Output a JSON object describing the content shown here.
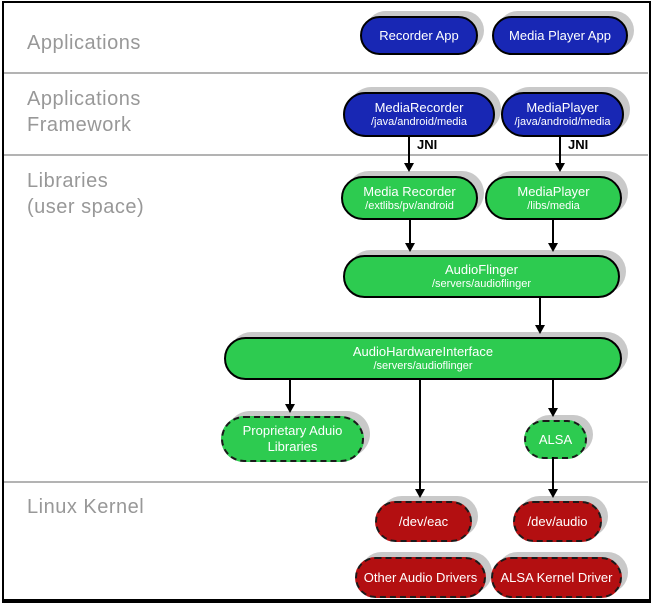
{
  "layers": [
    {
      "label": "Applications"
    },
    {
      "label": "Applications\n Framework"
    },
    {
      "label": " Libraries\n(user space)"
    },
    {
      "label": "Linux Kernel"
    }
  ],
  "colors": {
    "blue": "#1827b4",
    "green": "#2dcb50",
    "red": "#b30f11",
    "shadow": "#c9c9c9",
    "label_gray": "#989898",
    "divider_gray": "#b3b3b3",
    "text_white": "#ffffff"
  },
  "nodes": [
    {
      "name": "recorder-app",
      "color": "blue",
      "border": "solid",
      "lines": [
        {
          "t": "Recorder App",
          "small": false
        }
      ]
    },
    {
      "name": "media-player-app",
      "color": "blue",
      "border": "solid",
      "lines": [
        {
          "t": "Media Player App",
          "small": false
        }
      ]
    },
    {
      "name": "media-recorder-framework",
      "color": "blue",
      "border": "solid",
      "lines": [
        {
          "t": "MediaRecorder",
          "small": false
        },
        {
          "t": "/java/android/media",
          "small": true
        }
      ]
    },
    {
      "name": "media-player-framework",
      "color": "blue",
      "border": "solid",
      "lines": [
        {
          "t": "MediaPlayer",
          "small": false
        },
        {
          "t": "/java/android/media",
          "small": true
        }
      ]
    },
    {
      "name": "media-recorder-lib",
      "color": "green",
      "border": "solid",
      "lines": [
        {
          "t": "Media Recorder",
          "small": false
        },
        {
          "t": "/extlibs/pv/android",
          "small": true
        }
      ]
    },
    {
      "name": "media-player-lib",
      "color": "green",
      "border": "solid",
      "lines": [
        {
          "t": "MediaPlayer",
          "small": false
        },
        {
          "t": "/libs/media",
          "small": true
        }
      ]
    },
    {
      "name": "audio-flinger",
      "color": "green",
      "border": "solid",
      "lines": [
        {
          "t": "AudioFlinger",
          "small": false
        },
        {
          "t": "/servers/audioflinger",
          "small": true
        }
      ]
    },
    {
      "name": "audio-hardware-interface",
      "color": "green",
      "border": "solid",
      "lines": [
        {
          "t": "AudioHardwareInterface",
          "small": false
        },
        {
          "t": "/servers/audioflinger",
          "small": true
        }
      ]
    },
    {
      "name": "proprietary-audio-libraries",
      "color": "green",
      "border": "dashed",
      "lines": [
        {
          "t": "Proprietary Aduio",
          "small": false
        },
        {
          "t": "Libraries",
          "small": false
        }
      ]
    },
    {
      "name": "alsa",
      "color": "green",
      "border": "dashed",
      "lines": [
        {
          "t": "ALSA",
          "small": false
        }
      ]
    },
    {
      "name": "dev-eac",
      "color": "red",
      "border": "dashed",
      "lines": [
        {
          "t": "/dev/eac",
          "small": false
        }
      ]
    },
    {
      "name": "dev-audio",
      "color": "red",
      "border": "dashed",
      "lines": [
        {
          "t": "/dev/audio",
          "small": false
        }
      ]
    },
    {
      "name": "other-audio-drivers",
      "color": "red",
      "border": "dashed",
      "lines": [
        {
          "t": "Other Audio Drivers",
          "small": false
        }
      ]
    },
    {
      "name": "alsa-kernel-driver",
      "color": "red",
      "border": "dashed",
      "lines": [
        {
          "t": "ALSA Kernel Driver",
          "small": false
        }
      ]
    }
  ],
  "arrows": [
    {
      "name": "arrow-mediarecorder-jni",
      "label": "JNI"
    },
    {
      "name": "arrow-mediaplayer-jni",
      "label": "JNI"
    },
    {
      "name": "arrow-recorderlib-to-audioflinger",
      "label": ""
    },
    {
      "name": "arrow-playerlib-to-audioflinger",
      "label": ""
    },
    {
      "name": "arrow-audioflinger-to-ahi",
      "label": ""
    },
    {
      "name": "arrow-ahi-to-proprietary",
      "label": ""
    },
    {
      "name": "arrow-ahi-to-dev-eac",
      "label": ""
    },
    {
      "name": "arrow-ahi-to-alsa",
      "label": ""
    },
    {
      "name": "arrow-alsa-to-dev-audio",
      "label": ""
    }
  ]
}
